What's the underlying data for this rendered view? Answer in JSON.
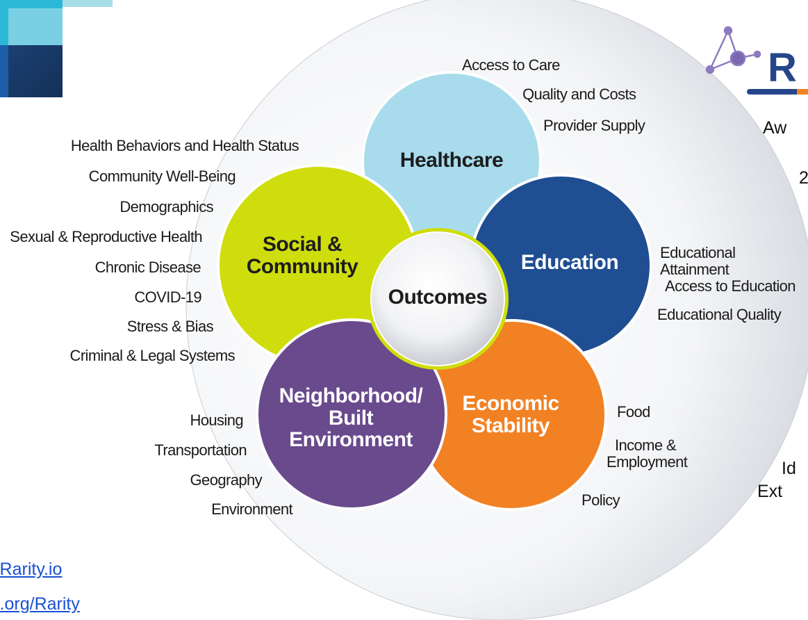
{
  "center": {
    "label": "Outcomes"
  },
  "circles": {
    "healthcare": {
      "label": "Healthcare",
      "color": "#a8dcec",
      "text_color": "#1d1d1d"
    },
    "education": {
      "label": "Education",
      "color": "#1f4e92",
      "text_color": "#ffffff"
    },
    "economic": {
      "label_line1": "Economic",
      "label_line2": "Stability",
      "color": "#f28124",
      "text_color": "#ffffff"
    },
    "neighborhood": {
      "label_line1": "Neighborhood/",
      "label_line2": "Built",
      "label_line3": "Environment",
      "color": "#694a8d",
      "text_color": "#ffffff"
    },
    "social": {
      "label_line1": "Social &",
      "label_line2": "Community",
      "color": "#cfdd0c",
      "text_color": "#1d1d1d"
    }
  },
  "healthcare_items": [
    "Access to Care",
    "Quality and Costs",
    "Provider Supply"
  ],
  "social_items": [
    "Health Behaviors and Health Status",
    "Community Well-Being",
    "Demographics",
    "Sexual & Reproductive Health",
    "Chronic Disease",
    "COVID-19",
    "Stress & Bias",
    "Criminal & Legal Systems"
  ],
  "education_items": {
    "line1a": "Educational",
    "line1b": "Attainment",
    "line2": "Access to Education",
    "line3": "Educational Quality"
  },
  "economic_items": {
    "food": "Food",
    "income_a": "Income &",
    "income_b": "Employment",
    "policy": "Policy"
  },
  "neighborhood_items": [
    "Housing",
    "Transportation",
    "Geography",
    "Environment"
  ],
  "right_partial": {
    "logo_letter": "R",
    "line1": "Aw",
    "line2": "2",
    "line3": "Id",
    "line4": "Ext"
  },
  "links": {
    "link1": "lRarity.io",
    "link2": "l.org/Rarity"
  }
}
